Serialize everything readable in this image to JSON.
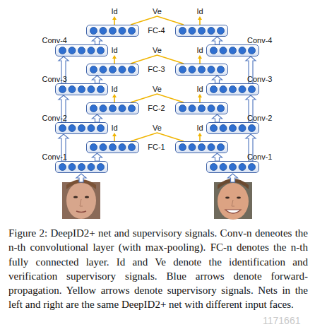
{
  "diagram": {
    "caption": "Figure 2: DeepID2+ net and supervisory signals. Conv-n deneotes the n-th convolutional layer (with max-pooling). FC-n denotes the n-th fully connected layer. Id and Ve denote the identification and verification supervisory signals. Blue arrows denote forward-propagation. Yellow arrows denote supervisory signals. Nets in the left and right are the same DeepID2+ net with different input faces.",
    "nodes": [
      {
        "text": [
          "FC-4"
        ]
      },
      {
        "text": []
      },
      {
        "text": [
          "Conv-4"
        ]
      },
      {
        "text": [
          "Conv-4"
        ]
      },
      {
        "text": [
          "FC-3"
        ]
      },
      {
        "text": []
      },
      {
        "text": [
          "Conv-3"
        ]
      },
      {
        "text": [
          "Conv-3"
        ]
      },
      {
        "text": [
          "FC-2"
        ]
      },
      {
        "text": []
      },
      {
        "text": [
          "Conv-2"
        ]
      },
      {
        "text": [
          "Conv-2"
        ]
      },
      {
        "text": [
          "FC-1"
        ]
      },
      {
        "text": []
      },
      {
        "text": [
          "Conv-1"
        ]
      },
      {
        "text": [
          "Conv-1"
        ]
      }
    ],
    "edges": [
      {
        "from": 0,
        "to": 1,
        "label": "Ve",
        "arrow": "none"
      },
      {
        "from": 4,
        "to": 5,
        "label": "Ve",
        "arrow": "none"
      },
      {
        "from": 8,
        "to": 9,
        "label": "Ve",
        "arrow": "none"
      },
      {
        "from": 12,
        "to": 13,
        "label": "Ve",
        "arrow": "none"
      },
      {
        "from": 14,
        "to": 10,
        "arrow": "to"
      },
      {
        "from": 14,
        "to": 12,
        "arrow": "to"
      },
      {
        "from": 10,
        "to": 6,
        "arrow": "to"
      },
      {
        "from": 10,
        "to": 8,
        "arrow": "to"
      },
      {
        "from": 6,
        "to": 2,
        "arrow": "to"
      },
      {
        "from": 6,
        "to": 4,
        "arrow": "to"
      },
      {
        "from": 2,
        "to": 0,
        "arrow": "to"
      },
      {
        "from": 15,
        "to": 11,
        "arrow": "to"
      },
      {
        "from": 15,
        "to": 13,
        "arrow": "to"
      },
      {
        "from": 11,
        "to": 7,
        "arrow": "to"
      },
      {
        "from": 11,
        "to": 9,
        "arrow": "to"
      },
      {
        "from": 7,
        "to": 3,
        "arrow": "to"
      },
      {
        "from": 7,
        "to": 5,
        "arrow": "to"
      },
      {
        "from": 3,
        "to": 1,
        "arrow": "to"
      }
    ],
    "labels": [
      "Id",
      "Id",
      "Id",
      "Id",
      "Id",
      "Id",
      "Id",
      "Id",
      "1171661"
    ]
  }
}
